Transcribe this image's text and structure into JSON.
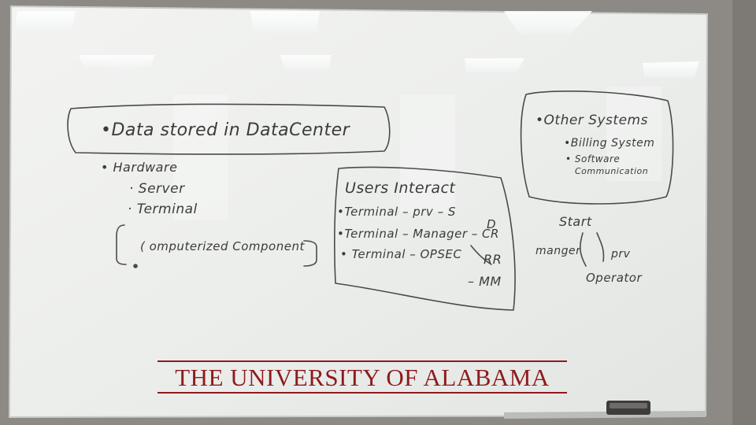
{
  "whiteboard": {
    "notes": {
      "box_title": "•Data stored in DataCenter",
      "hardware": "• Hardware",
      "server": "· Server",
      "terminal": "· Terminal",
      "component": "( omputerized Component",
      "users_title": "Users Interact",
      "line1": "•Terminal – prv – S",
      "line1b": "D",
      "line2": "•Terminal – Manager – CR",
      "line3": "• Terminal – OPSEC",
      "line3b": "RR",
      "line3c": "– MM",
      "other": "•Other Systems",
      "billing": "•Billing System",
      "software": "• Software",
      "communication": "Communication",
      "start": "Start",
      "manager": "manger",
      "prv": "prv",
      "operator": "Operator"
    },
    "banner": "THE UNIVERSITY OF ALABAMA",
    "colors": {
      "ink": "#3b3b3b",
      "brand_red": "#8e1b1b",
      "board": "#eef0ee",
      "wall": "#8d8a86"
    }
  }
}
